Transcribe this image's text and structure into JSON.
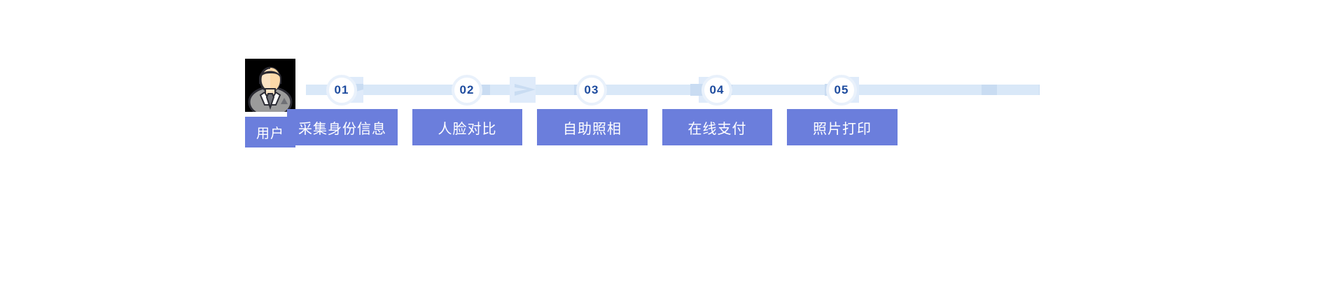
{
  "diagram": {
    "type": "horizontal-process-flow",
    "background_color": "#ffffff",
    "accent_color": "#6b7edc",
    "track_color": "#c9dcf2",
    "track_light_color": "#d9e8f8",
    "circle_ring_color": "#e9f1fb",
    "number_color": "#1d4b9e",
    "actor": {
      "icon": "user-avatar-icon",
      "label": "用户"
    },
    "steps": [
      {
        "number": "01",
        "label": "采集身份信息"
      },
      {
        "number": "02",
        "label": "人脸对比"
      },
      {
        "number": "03",
        "label": "自助照相"
      },
      {
        "number": "04",
        "label": "在线支付"
      },
      {
        "number": "05",
        "label": "照片打印"
      }
    ],
    "connectors": [
      {
        "name": "arrow-1",
        "direction": "right"
      },
      {
        "name": "arrow-2",
        "direction": "right"
      },
      {
        "name": "arrow-3",
        "direction": "right"
      },
      {
        "name": "arrow-4",
        "direction": "right"
      }
    ]
  }
}
